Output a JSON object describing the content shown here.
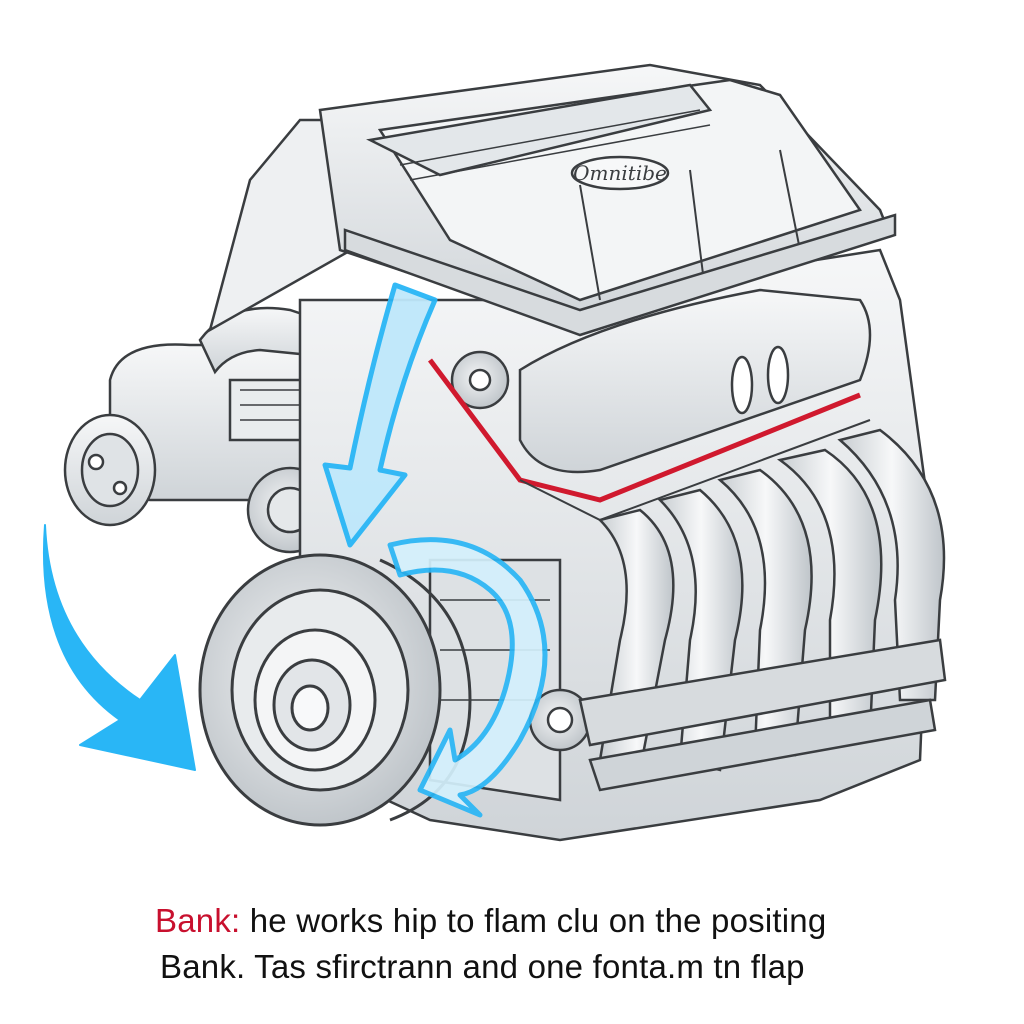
{
  "engine": {
    "cover_emblem": "Omnitibe"
  },
  "caption": {
    "line1_key": "Bank:",
    "line1_text": " he works hip to flam clu on the positing",
    "line2_text": "Bank. Tas sfirctrann and one fonta.m tn flap"
  },
  "colors": {
    "flow_arrow": "#29b6f6",
    "flow_arrow_light": "#bfe8fb",
    "gasket_red": "#d0192e",
    "metal": "#e4e7ea",
    "outline": "#3a3d40"
  },
  "icons": {
    "flow_arrow_top": "arrow-down-curved-icon",
    "flow_arrow_loop": "arrow-loop-icon",
    "flow_arrow_left": "arrow-curved-left-icon"
  }
}
